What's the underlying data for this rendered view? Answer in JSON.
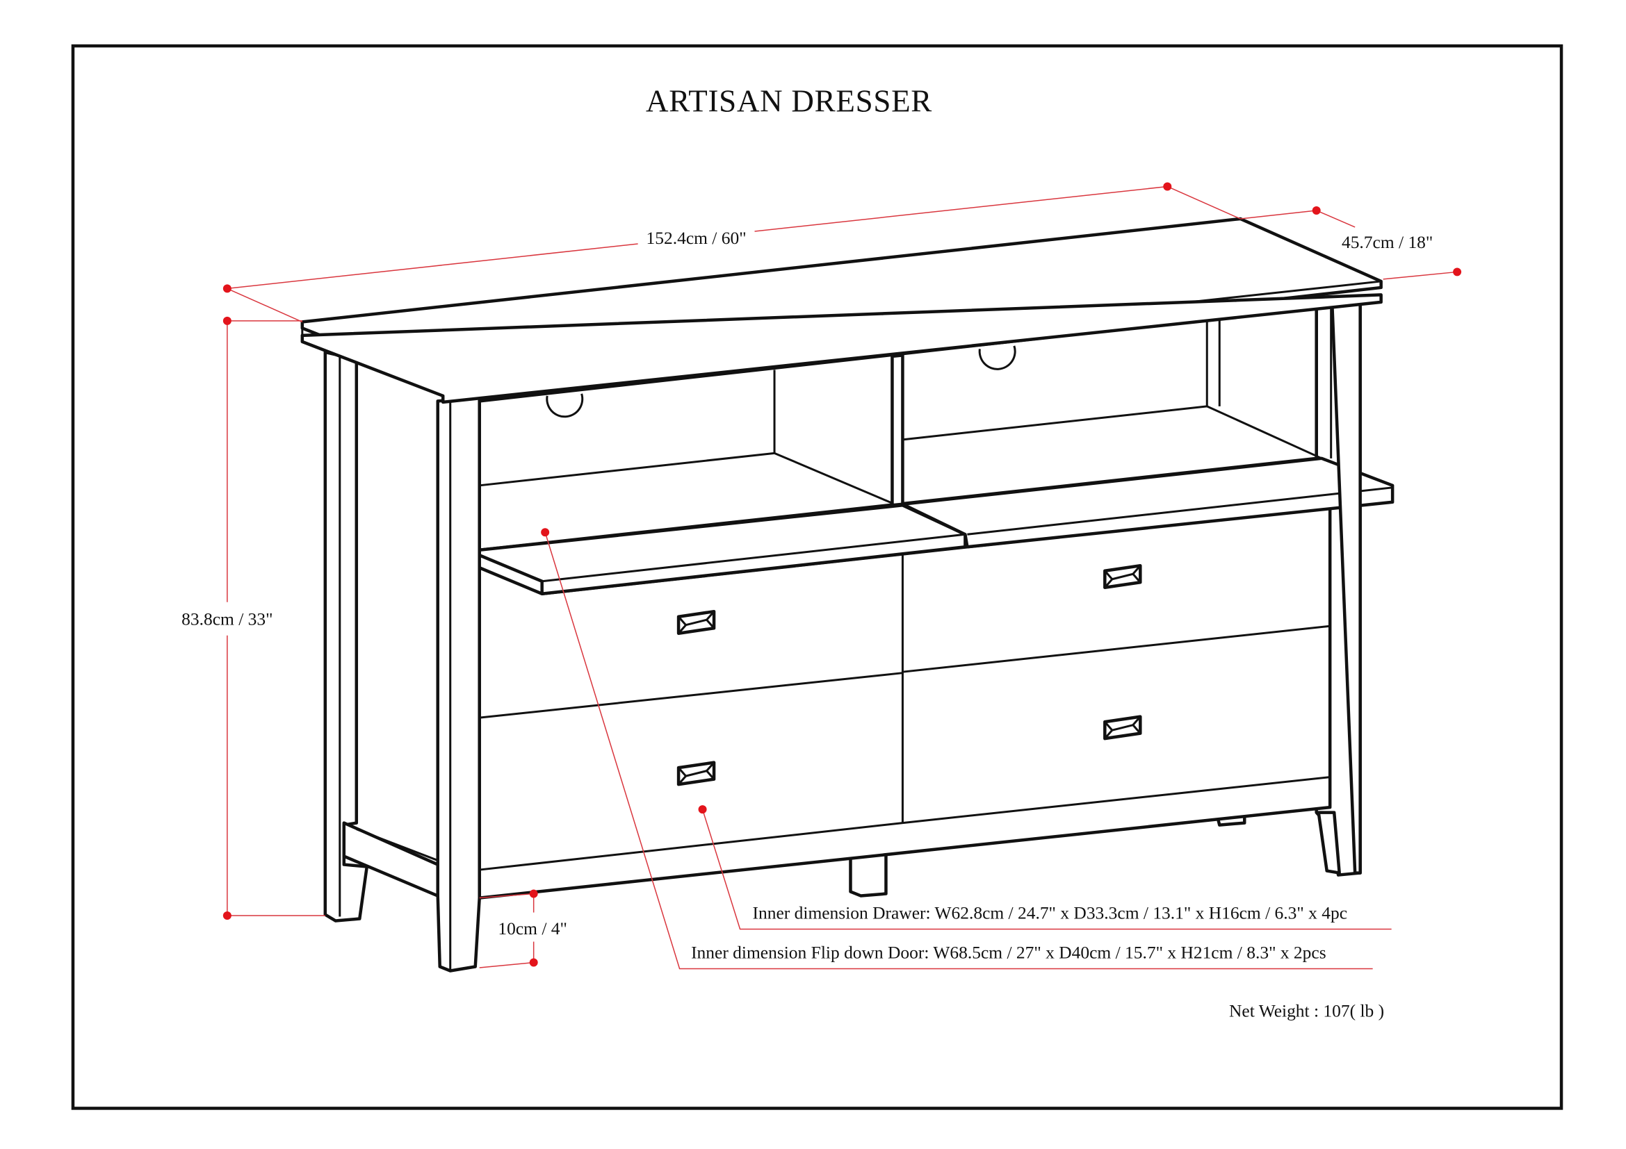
{
  "title": "ARTISAN DRESSER",
  "dimensions": {
    "width": "152.4cm / 60\"",
    "depth": "45.7cm / 18\"",
    "height": "83.8cm / 33\"",
    "leg_clearance": "10cm / 4\""
  },
  "notes": {
    "drawer": "Inner dimension Drawer: W62.8cm / 24.7\" x D33.3cm / 13.1\" x H16cm / 6.3\" x 4pc",
    "flip_door": "Inner dimension Flip down Door: W68.5cm / 27\" x D40cm / 15.7\" x H21cm / 8.3\" x 2pcs",
    "net_weight": "Net Weight : 107( lb )"
  },
  "colors": {
    "dimension": "#d9363e",
    "marker": "#e3141b",
    "line": "#111111"
  }
}
